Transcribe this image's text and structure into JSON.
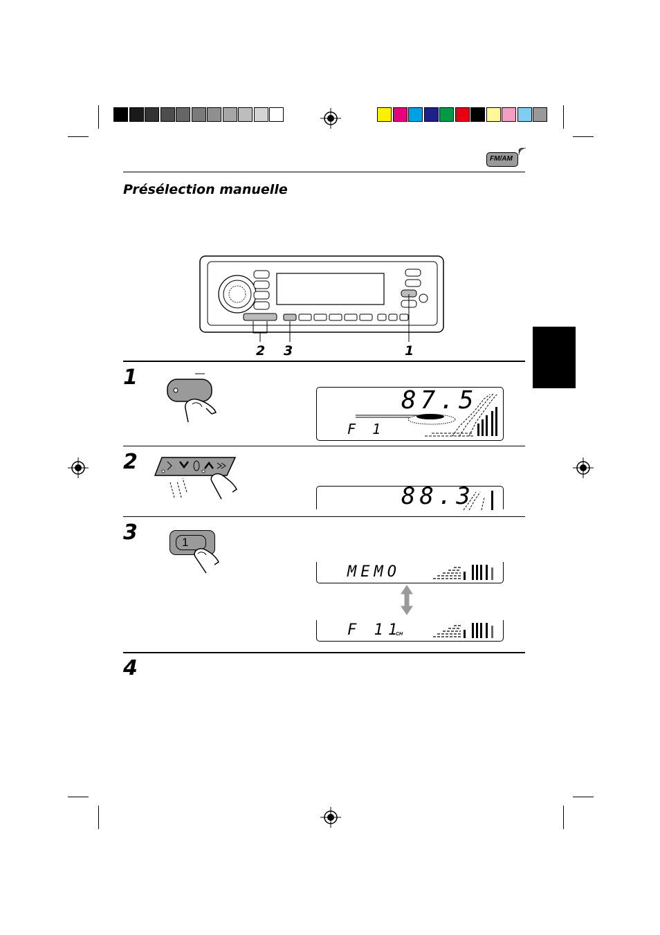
{
  "header": {
    "colorbar_left": [
      "#000000",
      "#1a1a1a",
      "#333333",
      "#4d4d4d",
      "#666666",
      "#7a7a7a",
      "#8f8f8f",
      "#a6a6a6",
      "#bdbdbd",
      "#d4d4d4",
      "#ffffff"
    ],
    "colorbar_right": [
      "#ffef00",
      "#e6007e",
      "#00a0e9",
      "#1d2088",
      "#009944",
      "#e60012",
      "#000000",
      "#fff799",
      "#f19ec2",
      "#7fcdf0",
      "#999999"
    ],
    "fm_am_badge": "FM/AM"
  },
  "section": {
    "title": "Présélection manuelle"
  },
  "unit_diagram": {
    "callouts": [
      "2",
      "3",
      "1"
    ]
  },
  "steps": [
    {
      "number": "1",
      "display": {
        "frequency": "87.5",
        "band": "F 1"
      }
    },
    {
      "number": "2",
      "display": {
        "frequency": "88.3"
      }
    },
    {
      "number": "3",
      "button_label": "1",
      "display_a": {
        "text": "MEMO"
      },
      "display_b": {
        "band": "F 1",
        "channel": "1",
        "channel_suffix": "CH"
      }
    },
    {
      "number": "4"
    }
  ]
}
